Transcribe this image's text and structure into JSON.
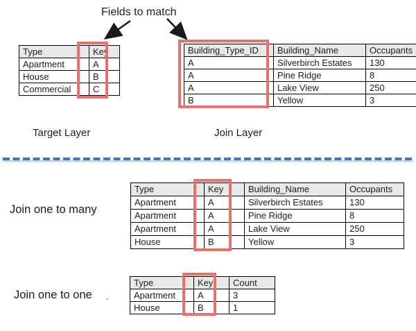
{
  "title": "Fields to match",
  "sections": {
    "target_label": "Target Layer",
    "join_label": "Join Layer",
    "one_to_many_label": "Join one to many",
    "one_to_one_label": "Join one to one"
  },
  "colors": {
    "highlight_red": "#E8716D",
    "divider_blue": "#4472C4",
    "header_gray": "#E8E8E8"
  },
  "tables": {
    "target": {
      "headers": [
        "Type",
        "Key"
      ],
      "rows": [
        [
          "Apartment",
          "A"
        ],
        [
          "House",
          "B"
        ],
        [
          "Commercial",
          "C"
        ]
      ],
      "highlighted_column": "Key"
    },
    "join": {
      "headers": [
        "Building_Type_ID",
        "Building_Name",
        "Occupants"
      ],
      "rows": [
        [
          "A",
          "Silverbirch Estates",
          "130"
        ],
        [
          "A",
          "Pine Ridge",
          "8"
        ],
        [
          "A",
          "Lake View",
          "250"
        ],
        [
          "B",
          "Yellow",
          "3"
        ]
      ],
      "highlighted_column": "Building_Type_ID"
    },
    "one_to_many": {
      "headers": [
        "Type",
        "Key",
        "Building_Name",
        "Occupants"
      ],
      "rows": [
        [
          "Apartment",
          "A",
          "Silverbirch Estates",
          "130"
        ],
        [
          "Apartment",
          "A",
          "Pine Ridge",
          "8"
        ],
        [
          "Apartment",
          "A",
          "Lake View",
          "250"
        ],
        [
          "House",
          "B",
          "Yellow",
          "3"
        ]
      ],
      "highlighted_column": "Key"
    },
    "one_to_one": {
      "headers": [
        "Type",
        "Key",
        "Count"
      ],
      "rows": [
        [
          "Apartment",
          "A",
          "3"
        ],
        [
          "House",
          "B",
          "1"
        ]
      ],
      "highlighted_column": "Key"
    }
  },
  "stray_mark": "."
}
